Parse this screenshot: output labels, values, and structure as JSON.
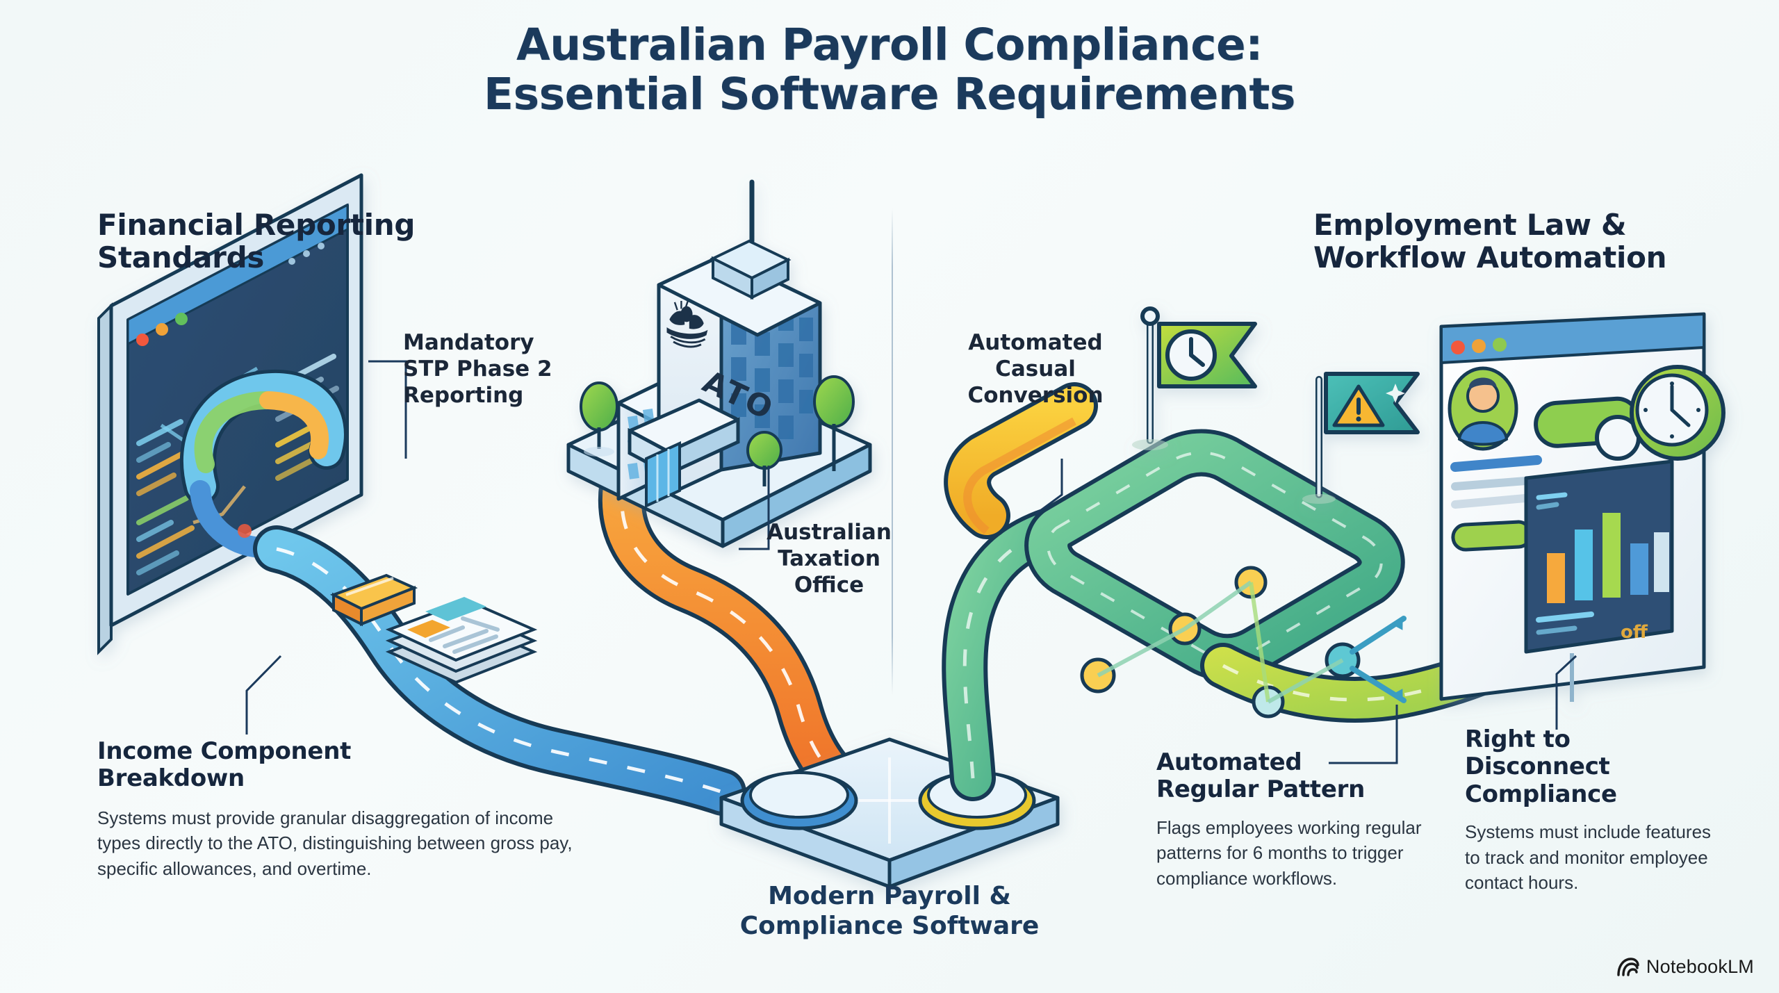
{
  "title": {
    "line1": "Australian Payroll Compliance:",
    "line2": "Essential Software Requirements"
  },
  "sections": {
    "left": {
      "line1": "Financial Reporting",
      "line2": "Standards"
    },
    "right": {
      "line1": "Employment Law &",
      "line2": "Workflow Automation"
    }
  },
  "callouts": {
    "stp": {
      "line1": "Mandatory",
      "line2": "STP Phase 2",
      "line3": "Reporting"
    },
    "ato": {
      "line1": "Australian",
      "line2": "Taxation",
      "line3": "Office"
    },
    "casual": {
      "line1": "Automated",
      "line2": "Casual",
      "line3": "Conversion"
    }
  },
  "blocks": {
    "income": {
      "heading_line1": "Income Component",
      "heading_line2": "Breakdown",
      "body": "Systems must provide granular disaggregation of income types directly to the ATO, distinguishing between gross pay, specific allowances, and overtime."
    },
    "pattern": {
      "heading_line1": "Automated",
      "heading_line2": "Regular Pattern",
      "body": "Flags employees working regular patterns for 6 months to trigger compliance workflows."
    },
    "disconnect": {
      "heading_line1": "Right to",
      "heading_line2": "Disconnect",
      "heading_line3": "Compliance",
      "body": "Systems must include features to track and monitor employee contact hours."
    }
  },
  "center": {
    "line1": "Modern Payroll &",
    "line2": "Compliance Software"
  },
  "illustrations": {
    "ato_building_label": "ATO",
    "dashboard_toggle_label": "off"
  },
  "watermark": {
    "text": "NotebookLM"
  },
  "colors": {
    "navy": "#1b3a5c",
    "heading_dark": "#16263d",
    "body_text": "#2b3642",
    "road_blue": "#4aa8dd",
    "road_orange": "#f2902e",
    "road_green": "#54bf8a",
    "road_yellow": "#f3c53c",
    "road_lime": "#bcd845",
    "outline": "#173a55",
    "accent_teal": "#3aa8a0",
    "warning_amber": "#f7b731",
    "background": "#f2f8f8"
  }
}
